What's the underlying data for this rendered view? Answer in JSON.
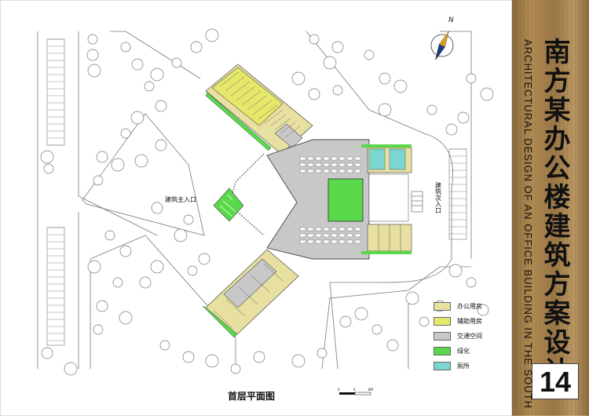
{
  "title_cn": "南方某办公楼建筑方案设计",
  "title_en": "ARCHITECTURAL DESIGN OF AN OFFICE BUILDING IN THE SOUTH",
  "sheet_number": "14",
  "plan_title": "首层平面图",
  "north_label": "N",
  "main_entrance": "建筑主入口",
  "secondary_entrance": "建筑次入口",
  "scale_labels": [
    "0",
    "4",
    "8M"
  ],
  "legend": [
    {
      "label": "办公用房",
      "color": "#e8e0a0"
    },
    {
      "label": "辅助用房",
      "color": "#e6e86a"
    },
    {
      "label": "交通空间",
      "color": "#c8c8c8"
    },
    {
      "label": "绿化",
      "color": "#58d84a"
    },
    {
      "label": "厕所",
      "color": "#7cd6d0"
    }
  ],
  "colors": {
    "office": "#e8e0a0",
    "auxiliary": "#e6e86a",
    "circulation": "#c8c8c8",
    "green": "#58d84a",
    "toilet": "#7cd6d0",
    "panel": "#a5814c"
  }
}
